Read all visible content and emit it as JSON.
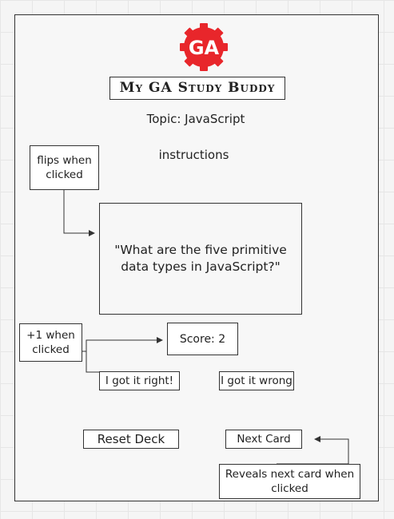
{
  "logo": {
    "text": "GA",
    "color": "#e8262b"
  },
  "app": {
    "title": "My GA Study Buddy",
    "topic": "Topic: JavaScript",
    "instructions": "instructions"
  },
  "annotations": {
    "flip": "flips when clicked",
    "plus_one": "+1 when clicked",
    "reveal": "Reveals next card when clicked"
  },
  "card": {
    "question": "\"What are the five primitive data types in JavaScript?\""
  },
  "score": {
    "label": "Score: 2"
  },
  "buttons": {
    "got_right": "I got it right!",
    "got_wrong": "I got it wrong",
    "reset": "Reset Deck",
    "next": "Next Card"
  }
}
